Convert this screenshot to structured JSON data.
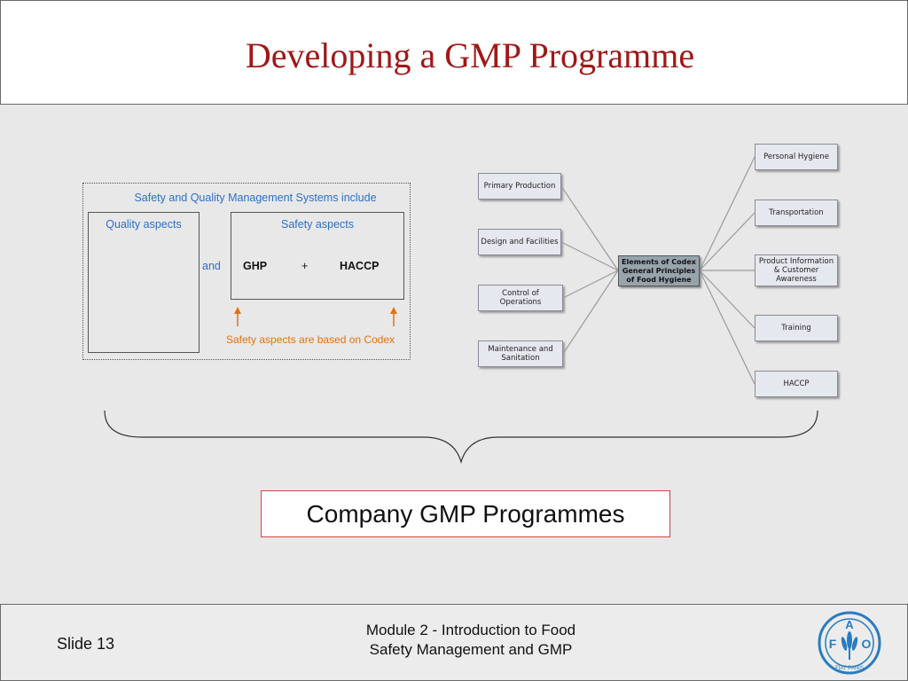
{
  "slide": {
    "title": "Developing a GMP Programme"
  },
  "left_panel": {
    "caption": "Safety and Quality Management Systems include",
    "quality_label": "Quality aspects",
    "safety_label": "Safety aspects",
    "and_label": "and",
    "ghp_label": "GHP",
    "plus_label": "+",
    "haccp_label": "HACCP",
    "codex_note": "Safety aspects are based on Codex"
  },
  "codex_diagram": {
    "center": "Elements of Codex\nGeneral Principles\nof Food Hygiene",
    "left_nodes": [
      "Primary Production",
      "Design and Facilities",
      "Control of\nOperations",
      "Maintenance and\nSanitation"
    ],
    "right_nodes": [
      "Personal Hygiene",
      "Transportation",
      "Product Information\n& Customer\nAwareness",
      "Training",
      "HACCP"
    ]
  },
  "company_box": {
    "label": "Company GMP Programmes"
  },
  "footer": {
    "slide_number": "Slide 13",
    "module_line1": "Module 2 - Introduction to Food",
    "module_line2": "Safety Management and GMP",
    "logo_letters": [
      "F",
      "A",
      "O"
    ],
    "logo_motto": "FIAT PANIS"
  },
  "colors": {
    "title": "#a01818",
    "blue_text": "#2b70c8",
    "orange_text": "#e8700c",
    "company_border": "#d84040",
    "logo": "#2a7cc0"
  }
}
